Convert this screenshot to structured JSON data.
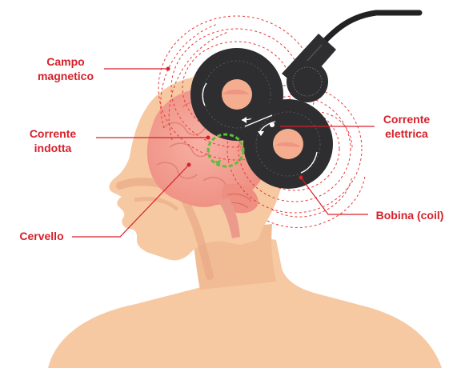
{
  "labels": {
    "campo_line1": "Campo",
    "campo_line2": "magnetico",
    "corrente_indotta_line1": "Corrente",
    "corrente_indotta_line2": "indotta",
    "corrente_elettrica_line1": "Corrente",
    "corrente_elettrica_line2": "elettrica",
    "cervello": "Cervello",
    "bobina": "Bobina (coil)"
  },
  "colors": {
    "label_red": "#d6202a",
    "skin": "#f6c9a2",
    "skin_dark": "#eeb38a",
    "brain": "#f19a8e",
    "coil": "#2e2e31",
    "field_lines": "#e53b3b",
    "induced_arrow": "#5bbf3a"
  }
}
